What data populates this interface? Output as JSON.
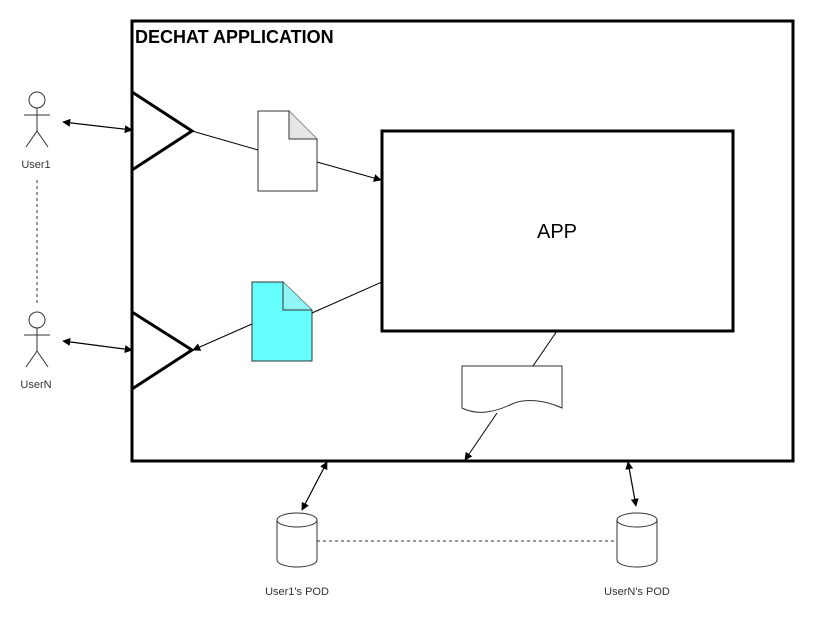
{
  "diagram": {
    "title": "DECHAT APPLICATION",
    "app_label": "APP",
    "users": {
      "first": "User1",
      "last": "UserN"
    },
    "pods": {
      "first": "User1's POD",
      "last": "UserN's POD"
    }
  },
  "colors": {
    "stroke": "#000000",
    "highlight_document_fill": "#66FFFF",
    "background": "#FFFFFF"
  }
}
